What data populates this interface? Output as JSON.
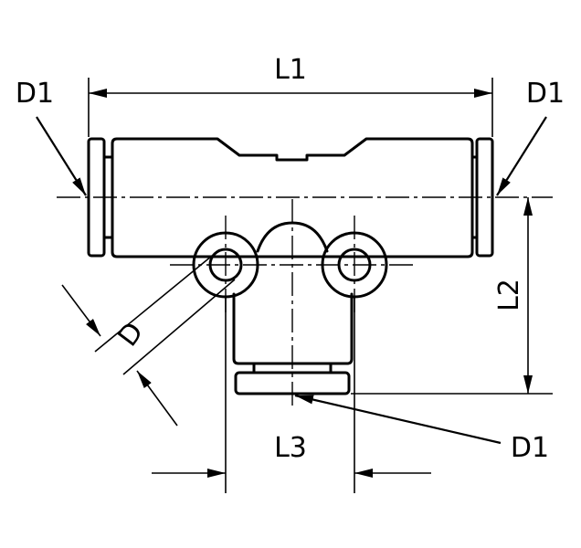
{
  "labels": {
    "l1": "L1",
    "l2": "L2",
    "l3": "L3",
    "d": "D",
    "d1_left": "D1",
    "d1_right": "D1",
    "d1_bottom": "D1"
  }
}
